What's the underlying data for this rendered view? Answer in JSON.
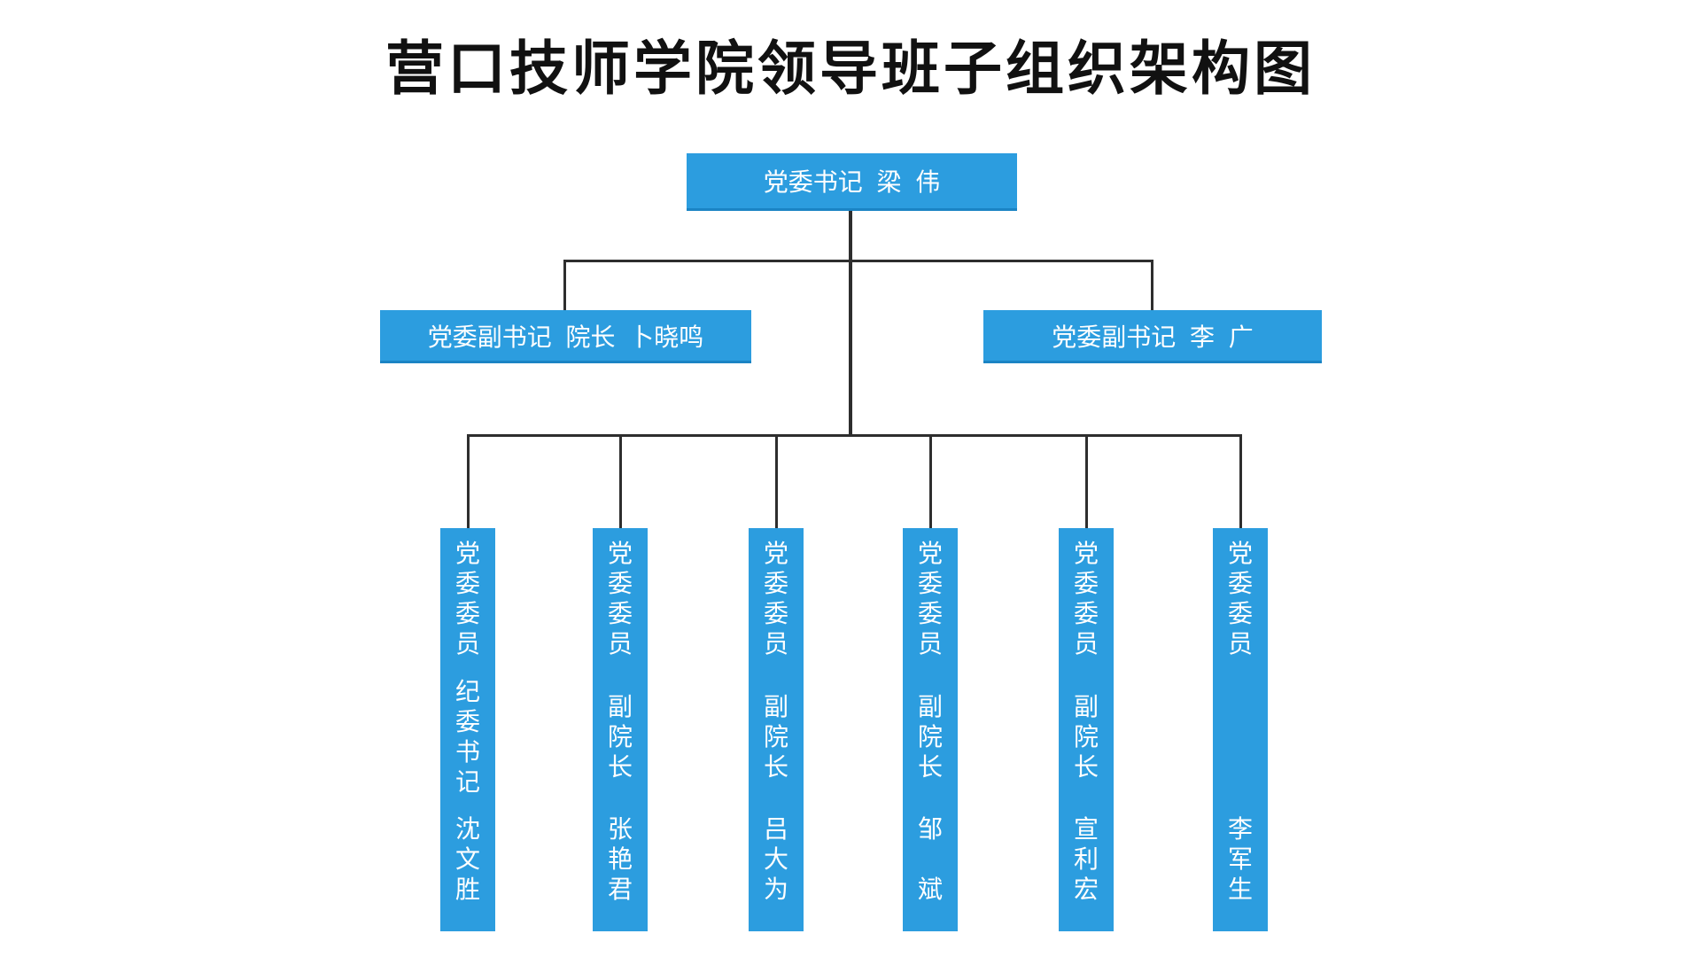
{
  "title": "营口技师学院领导班子组织架构图",
  "colors": {
    "box_blue": "#2C9DDF",
    "box_text": "#ffffff",
    "connector_line": "#2e2e2e",
    "title_text": "#111111",
    "background": "#ffffff"
  },
  "org_chart": {
    "root": {
      "label": "党委书记 梁 伟"
    },
    "deputies": [
      {
        "label": "党委副书记 院长 卜晓鸣"
      },
      {
        "label": "党委副书记 李 广"
      }
    ],
    "members": [
      {
        "segments": [
          "党委委员",
          "纪委书记",
          "沈文胜"
        ]
      },
      {
        "segments": [
          "党委委员",
          "副院长",
          "张艳君"
        ]
      },
      {
        "segments": [
          "党委委员",
          "副院长",
          "吕大为"
        ]
      },
      {
        "segments": [
          "党委委员",
          "副院长",
          "邹 斌"
        ]
      },
      {
        "segments": [
          "党委委员",
          "副院长",
          "宣利宏"
        ]
      },
      {
        "segments": [
          "党委委员",
          "",
          "李军生"
        ]
      }
    ]
  }
}
